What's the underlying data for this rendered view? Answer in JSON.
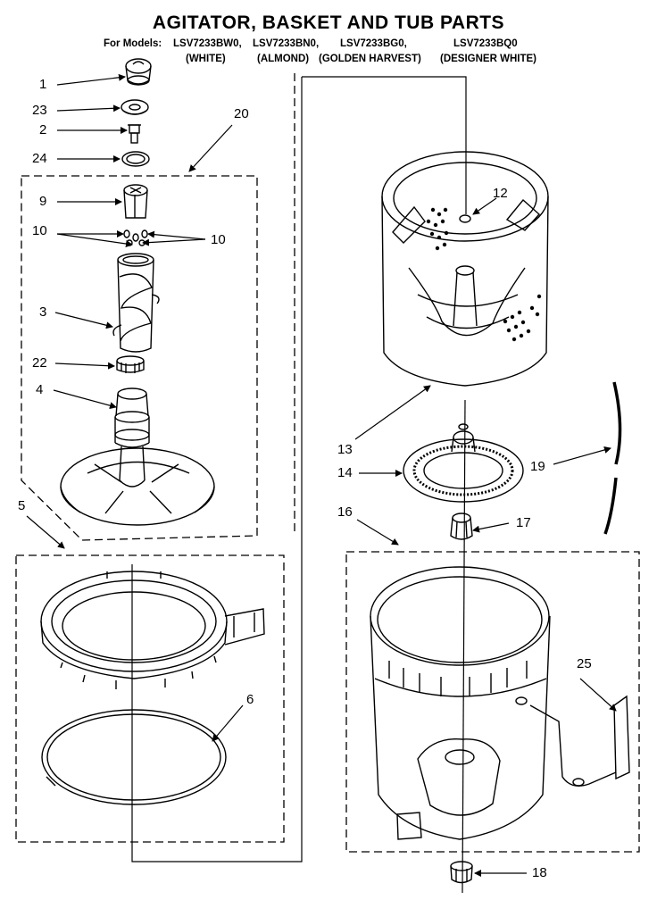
{
  "title": "AGITATOR, BASKET AND TUB PARTS",
  "models": {
    "prefix": "For Models:",
    "model_1": "LSV7233BW0,",
    "model_2": "LSV7233BN0,",
    "model_3": "LSV7233BG0,",
    "model_4": "LSV7233BQ0",
    "color_1": "(WHITE)",
    "color_2": "(ALMOND)",
    "color_3": "(GOLDEN HARVEST)",
    "color_4": "(DESIGNER WHITE)"
  },
  "callouts": {
    "c1": "1",
    "c23": "23",
    "c2": "2",
    "c24": "24",
    "c20": "20",
    "c9": "9",
    "c10a": "10",
    "c10b": "10",
    "c3": "3",
    "c22": "22",
    "c4": "4",
    "c5": "5",
    "c6": "6",
    "c12": "12",
    "c13": "13",
    "c14": "14",
    "c19": "19",
    "c16": "16",
    "c17": "17",
    "c25": "25",
    "c18": "18"
  }
}
